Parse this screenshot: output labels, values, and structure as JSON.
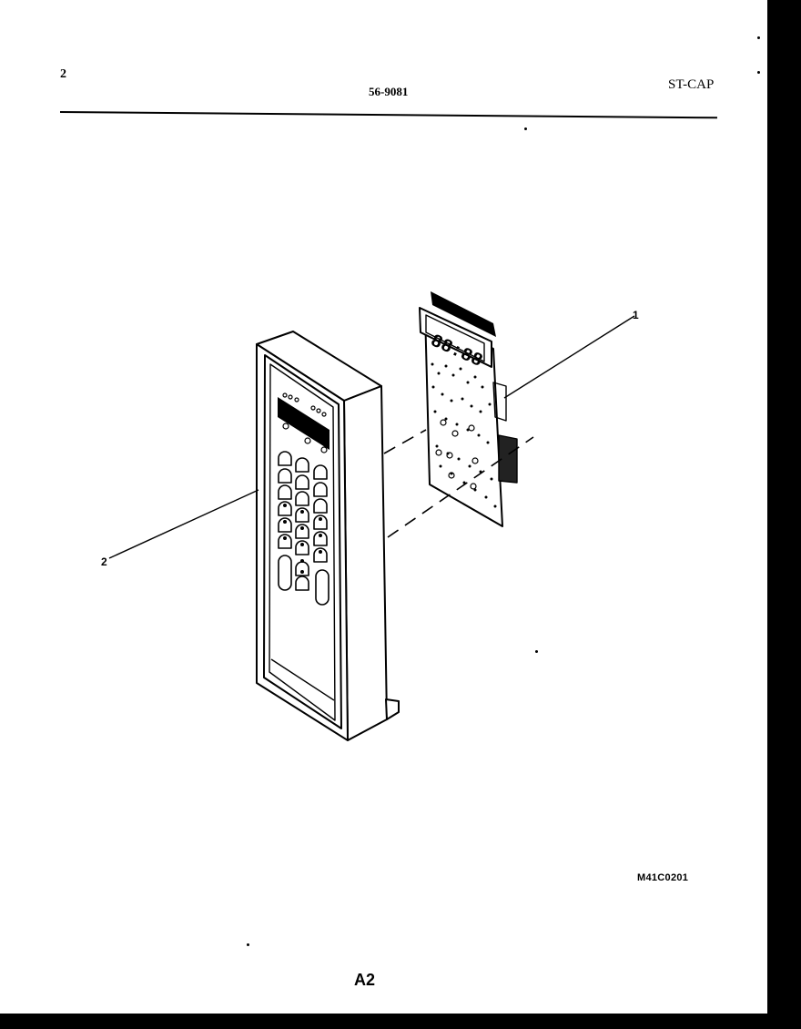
{
  "header": {
    "page_number": "2",
    "document_number": "56-9081",
    "model": "ST-CAP"
  },
  "diagram": {
    "callouts": [
      {
        "id": "1",
        "label": "1"
      },
      {
        "id": "2",
        "label": "2"
      }
    ],
    "display_digits": "88:88"
  },
  "footer": {
    "reference_code": "M41C0201",
    "page_code": "A2"
  }
}
